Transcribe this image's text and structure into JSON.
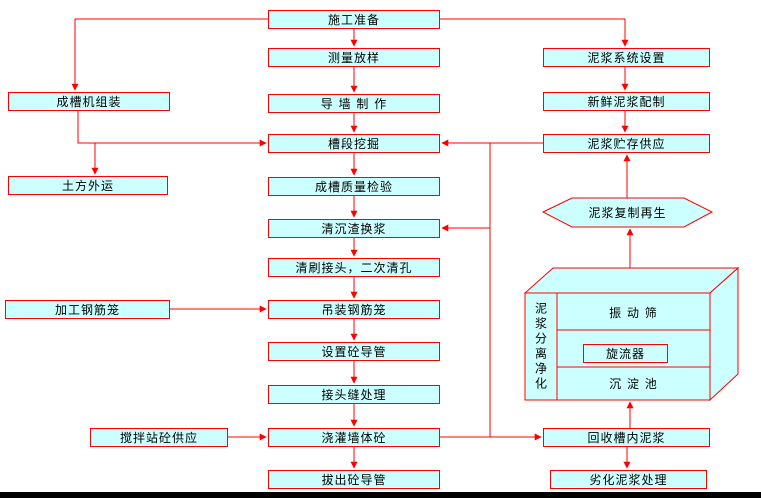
{
  "diagram": {
    "type": "flowchart",
    "colors": {
      "box_fill": "#CCFFFF",
      "box_border": "#FF0000",
      "arrow": "#FF0000",
      "text": "#000000",
      "background": "#FFFFFF"
    },
    "nodes": {
      "prep": "施工准备",
      "survey": "测量放样",
      "guide_wall": "导 墙 制 作",
      "excavation": "槽段挖掘",
      "quality_check": "成槽质量检验",
      "slurry_replace": "清沉渣换浆",
      "joint_clean": "清刷接头，二次清孔",
      "hoist_cage": "吊装钢筋笼",
      "set_conduit": "设置砼导管",
      "joint_treat": "接头缝处理",
      "pour_concrete": "浇灌墙体砼",
      "pull_conduit": "拔出砼导管",
      "machine_assembly": "成槽机组装",
      "earth_removal": "土方外运",
      "cage_fabrication": "加工钢筋笼",
      "concrete_supply": "搅拌站砼供应",
      "slurry_system": "泥浆系统设置",
      "fresh_slurry": "新鲜泥浆配制",
      "slurry_storage": "泥浆贮存供应",
      "slurry_regen": "泥浆复制再生",
      "separation": "泥浆分离净化",
      "vibrating_screen": "振 动 筛",
      "cyclone": "旋流器",
      "settling_tank": "沉 淀 池",
      "slurry_recovery": "回收槽内泥浆",
      "waste_slurry": "劣化泥浆处理"
    }
  }
}
